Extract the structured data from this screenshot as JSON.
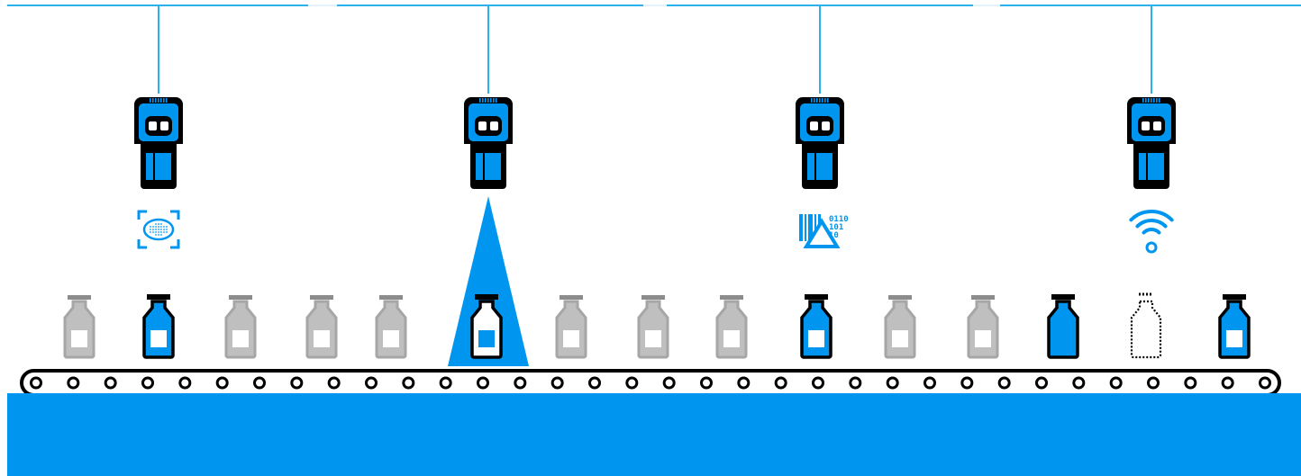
{
  "colors": {
    "accent": "#0096f0",
    "rail": "#2bb0f0",
    "rail_light": "#e3f3fc",
    "dark": "#000000",
    "bottle_gray": "#a6a6a6",
    "cap_gray": "#8c8c8c",
    "white": "#ffffff"
  },
  "stations": [
    {
      "name": "camera-station-1",
      "status_icon": "eye-scan-icon"
    },
    {
      "name": "camera-station-2",
      "status_icon": "light-beam"
    },
    {
      "name": "camera-station-3",
      "status_icon": "barcode-triangle-code-icon",
      "code_lines": [
        "0110",
        "101",
        "10"
      ]
    },
    {
      "name": "camera-station-4",
      "status_icon": "wifi-icon"
    }
  ],
  "bottles": [
    {
      "style": "gray"
    },
    {
      "style": "blue"
    },
    {
      "style": "gray"
    },
    {
      "style": "gray"
    },
    {
      "style": "gray"
    },
    {
      "style": "inspected"
    },
    {
      "style": "gray"
    },
    {
      "style": "gray"
    },
    {
      "style": "gray"
    },
    {
      "style": "blue"
    },
    {
      "style": "gray"
    },
    {
      "style": "gray"
    },
    {
      "style": "blue-solid"
    },
    {
      "style": "missing"
    },
    {
      "style": "blue"
    }
  ],
  "conveyor_rollers": 34
}
